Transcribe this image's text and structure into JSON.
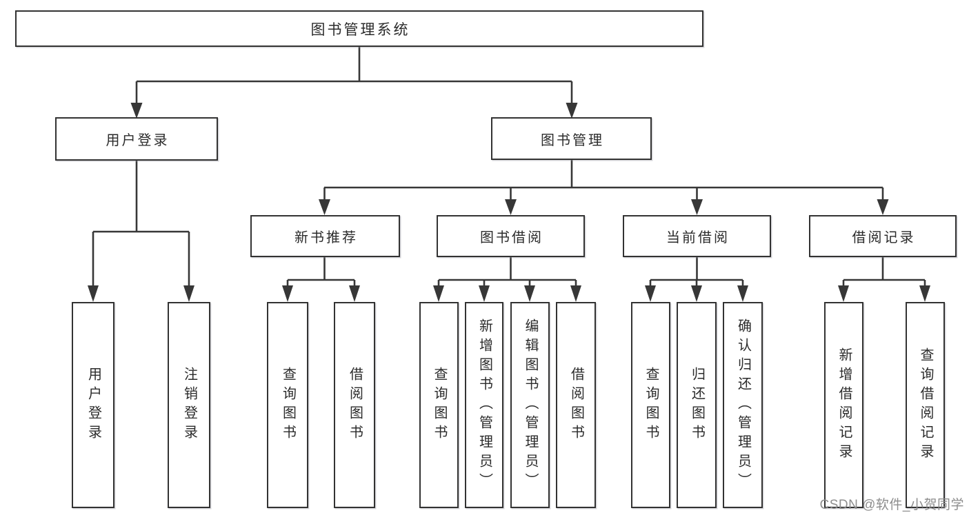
{
  "colors": {
    "background": "#ffffff",
    "box_border": "#323232",
    "connector": "#373737",
    "text": "#2b2b2b",
    "watermark": "#8d8d8d"
  },
  "watermark": {
    "text": "CSDN @软件_小贺同学"
  },
  "tree": {
    "label": "图书管理系统",
    "children": [
      {
        "label": "用户登录",
        "children": [
          {
            "label": "用户登录"
          },
          {
            "label": "注销登录"
          }
        ]
      },
      {
        "label": "图书管理",
        "children": [
          {
            "label": "新书推荐",
            "children": [
              {
                "label": "查询图书"
              },
              {
                "label": "借阅图书"
              }
            ]
          },
          {
            "label": "图书借阅",
            "children": [
              {
                "label": "查询图书"
              },
              {
                "label": "新增图书（管理员）"
              },
              {
                "label": "编辑图书（管理员）"
              },
              {
                "label": "借阅图书"
              }
            ]
          },
          {
            "label": "当前借阅",
            "children": [
              {
                "label": "查询图书"
              },
              {
                "label": "归还图书"
              },
              {
                "label": "确认归还（管理员）"
              }
            ]
          },
          {
            "label": "借阅记录",
            "children": [
              {
                "label": "新增借阅记录"
              },
              {
                "label": "查询借阅记录"
              }
            ]
          }
        ]
      }
    ]
  }
}
